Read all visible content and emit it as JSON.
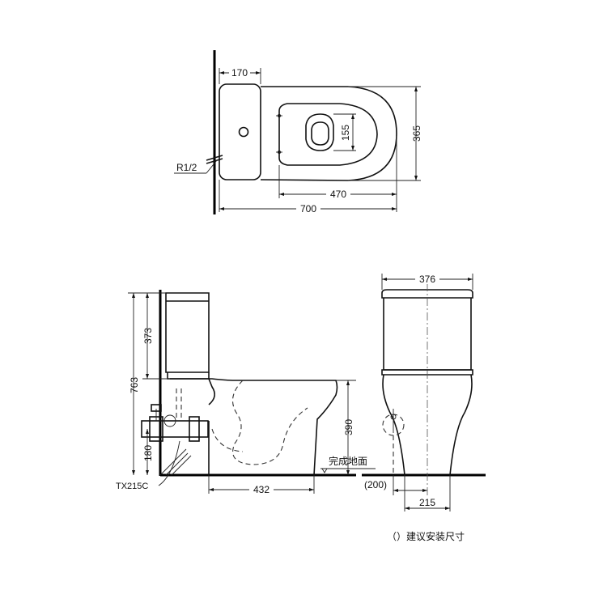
{
  "top_view": {
    "dim_tank_depth": "170",
    "dim_seat_width": "365",
    "dim_bowl_inner": "155",
    "dim_bowl_length": "470",
    "dim_total_length": "700",
    "label_supply": "R1/2"
  },
  "side_view": {
    "dim_total_height": "763",
    "dim_tank_height": "373",
    "dim_bowl_height": "390",
    "dim_supply_height": "180",
    "dim_outlet_distance": "432",
    "label_floor": "完成地面",
    "label_valve": "TX215C"
  },
  "front_view": {
    "dim_tank_width": "376",
    "dim_base_center": "(200)",
    "dim_base_width": "215"
  },
  "note": {
    "text": "（）建议安装尺寸"
  }
}
